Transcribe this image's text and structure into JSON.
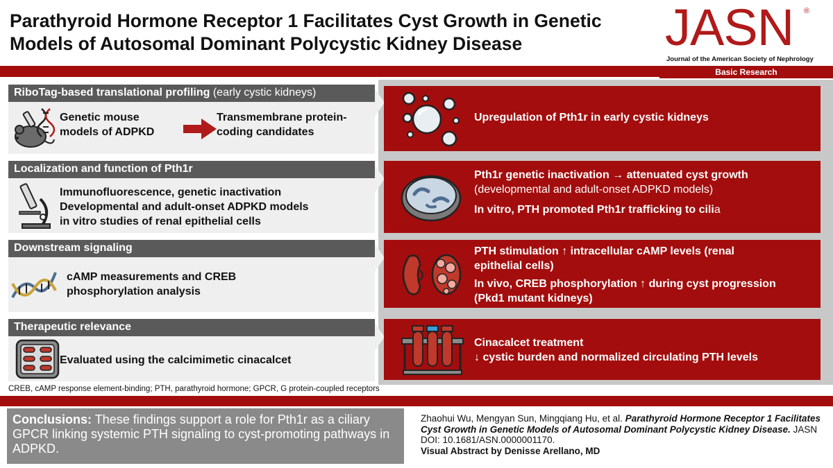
{
  "header": {
    "title_line1": "Parathyroid Hormone Receptor 1 Facilitates Cyst Growth in Genetic",
    "title_line2": "Models of Autosomal Dominant Polycystic Kidney Disease",
    "logo_word": "JASN",
    "logo_mark": "®",
    "logo_subtitle": "Journal of the American Society of Nephrology",
    "category": "Basic Research"
  },
  "sections": [
    {
      "heading": "RiboTag-based translational profiling",
      "heading_note": "(early cystic kidneys)",
      "left_a_line1": "Genetic mouse",
      "left_a_line2": "models of ADPKD",
      "left_b_line1": "Transmembrane protein-",
      "left_b_line2": "coding candidates",
      "icon": "mouse-dna-icon",
      "result_line1": "Upregulation of Pth1r in early cystic kidneys",
      "result_icon": "cyst-bubbles-icon"
    },
    {
      "heading": "Localization and function of Pth1r",
      "line1": "Immunofluorescence, genetic inactivation",
      "line2": "Developmental and adult-onset ADPKD models",
      "line3": "in vitro studies of renal epithelial cells",
      "icon": "microscope-icon",
      "result_line1": "Pth1r genetic inactivation → attenuated cyst growth",
      "result_line2": "(developmental and adult-onset ADPKD models)",
      "result_line3a": "In vitro, PTH promoted Pth1r trafficking to cili",
      "result_line3b": "a",
      "result_icon": "petri-dish-icon"
    },
    {
      "heading": "Downstream signaling",
      "line1": "cAMP measurements and CREB",
      "line2": "phosphorylation analysis",
      "icon": "dna-helix-icon",
      "result_line1": "PTH stimulation ↑ intracellular cAMP levels (renal",
      "result_line2": "epithelial cells)",
      "result_line3": "In vivo, CREB phosphorylation ↑ during cyst progression",
      "result_line4": "(Pkd1 mutant kidneys)",
      "result_icon": "kidneys-icon"
    },
    {
      "heading": "Therapeutic relevance",
      "line1": "Evaluated using the calcimimetic cinacalcet",
      "icon": "pill-blister-icon",
      "result_line1": "Cinacalcet treatment",
      "result_line2": "↓ cystic burden and normalized circulating PTH levels",
      "result_icon": "test-tubes-icon"
    }
  ],
  "footnote": "CREB, cAMP response element-binding; PTH, parathyroid hormone; GPCR, G protein-coupled receptors",
  "conclusions": {
    "label": "Conclusions:",
    "text": " These findings support a role for Pth1r as a ciliary GPCR linking systemic PTH signaling to cyst-promoting pathways in ADPKD."
  },
  "citation": {
    "authors": "Zhaohui Wu, Mengyan Sun, Mingqiang Hu, et al. ",
    "title": "Parathyroid Hormone Receptor 1 Facilitates Cyst Growth in Genetic Models of Autosomal Dominant Polycystic Kidney Disease.",
    "doi": " JASN DOI: 10.1681/ASN.0000001170.",
    "credit": "Visual Abstract by Denisse Arellano, MD"
  },
  "colors": {
    "brand_red": "#a30d0d",
    "heading_gray": "#5a5a5a",
    "panel_gray": "#c8c8c8",
    "box_gray": "#efefef"
  }
}
